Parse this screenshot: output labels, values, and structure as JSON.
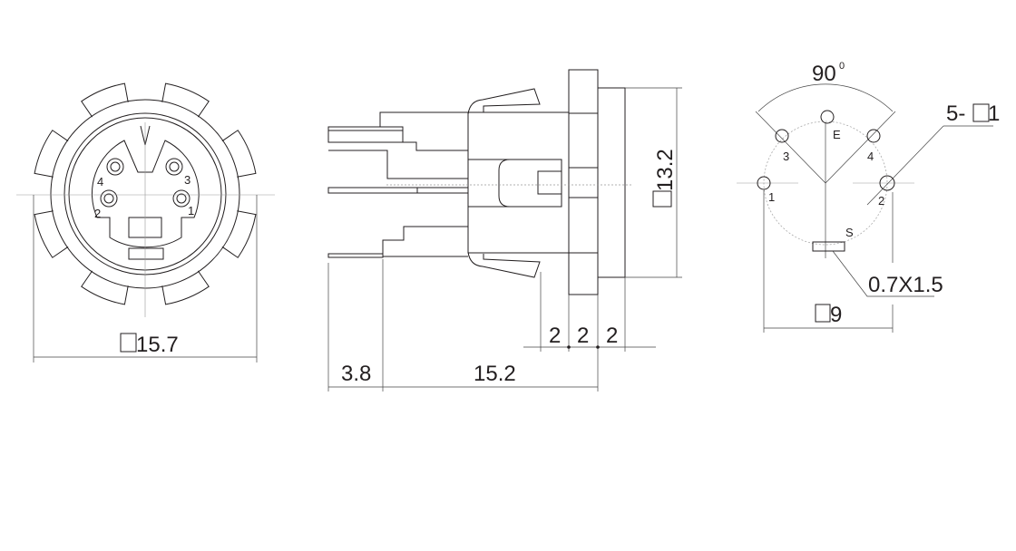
{
  "front_view": {
    "pin_labels": [
      "4",
      "3",
      "2",
      "1"
    ],
    "diameter_dim": "15.7"
  },
  "side_view": {
    "height_dim": "13.2",
    "segment_dims": [
      "2",
      "2",
      "2"
    ],
    "pin_length_dim": "3.8",
    "body_length_dim": "15.2"
  },
  "pin_layout_view": {
    "angle_dim": "90",
    "angle_unit": "0",
    "pin_labels": {
      "e": "E",
      "p1": "1",
      "p2": "2",
      "p3": "3",
      "p4": "4",
      "s": "S"
    },
    "hole_count_prefix": "5-",
    "hole_diameter": "1",
    "slot_dim": "0.7X1.5",
    "pitch_diameter": "9"
  }
}
